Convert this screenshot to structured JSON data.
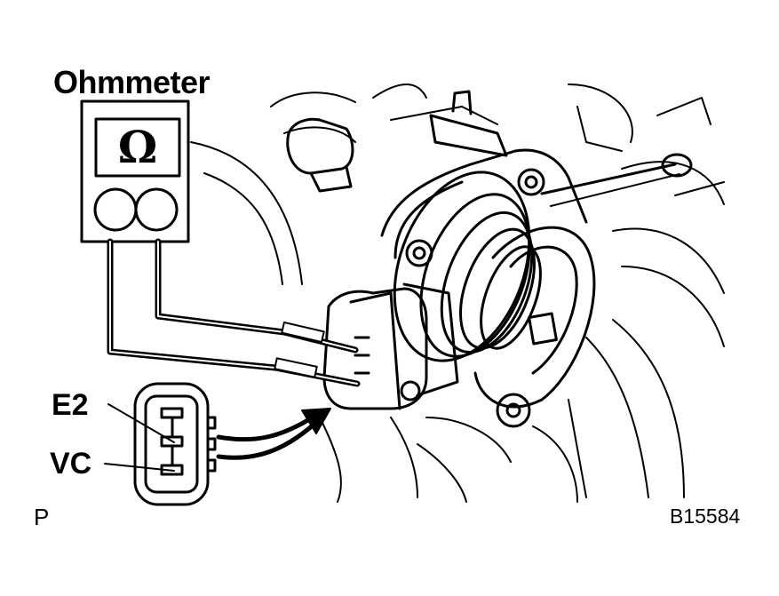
{
  "diagram": {
    "title": "Ohmmeter",
    "meter_symbol": "Ω",
    "labels": {
      "e2": "E2",
      "vc": "VC"
    },
    "corner_left": "P",
    "figure_code": "B15584"
  },
  "icons": [
    "ohmmeter-icon",
    "connector-icon",
    "throttle-body-drawing",
    "arrow-icon"
  ],
  "colors": {
    "ink": "#000000",
    "paper": "#ffffff"
  }
}
